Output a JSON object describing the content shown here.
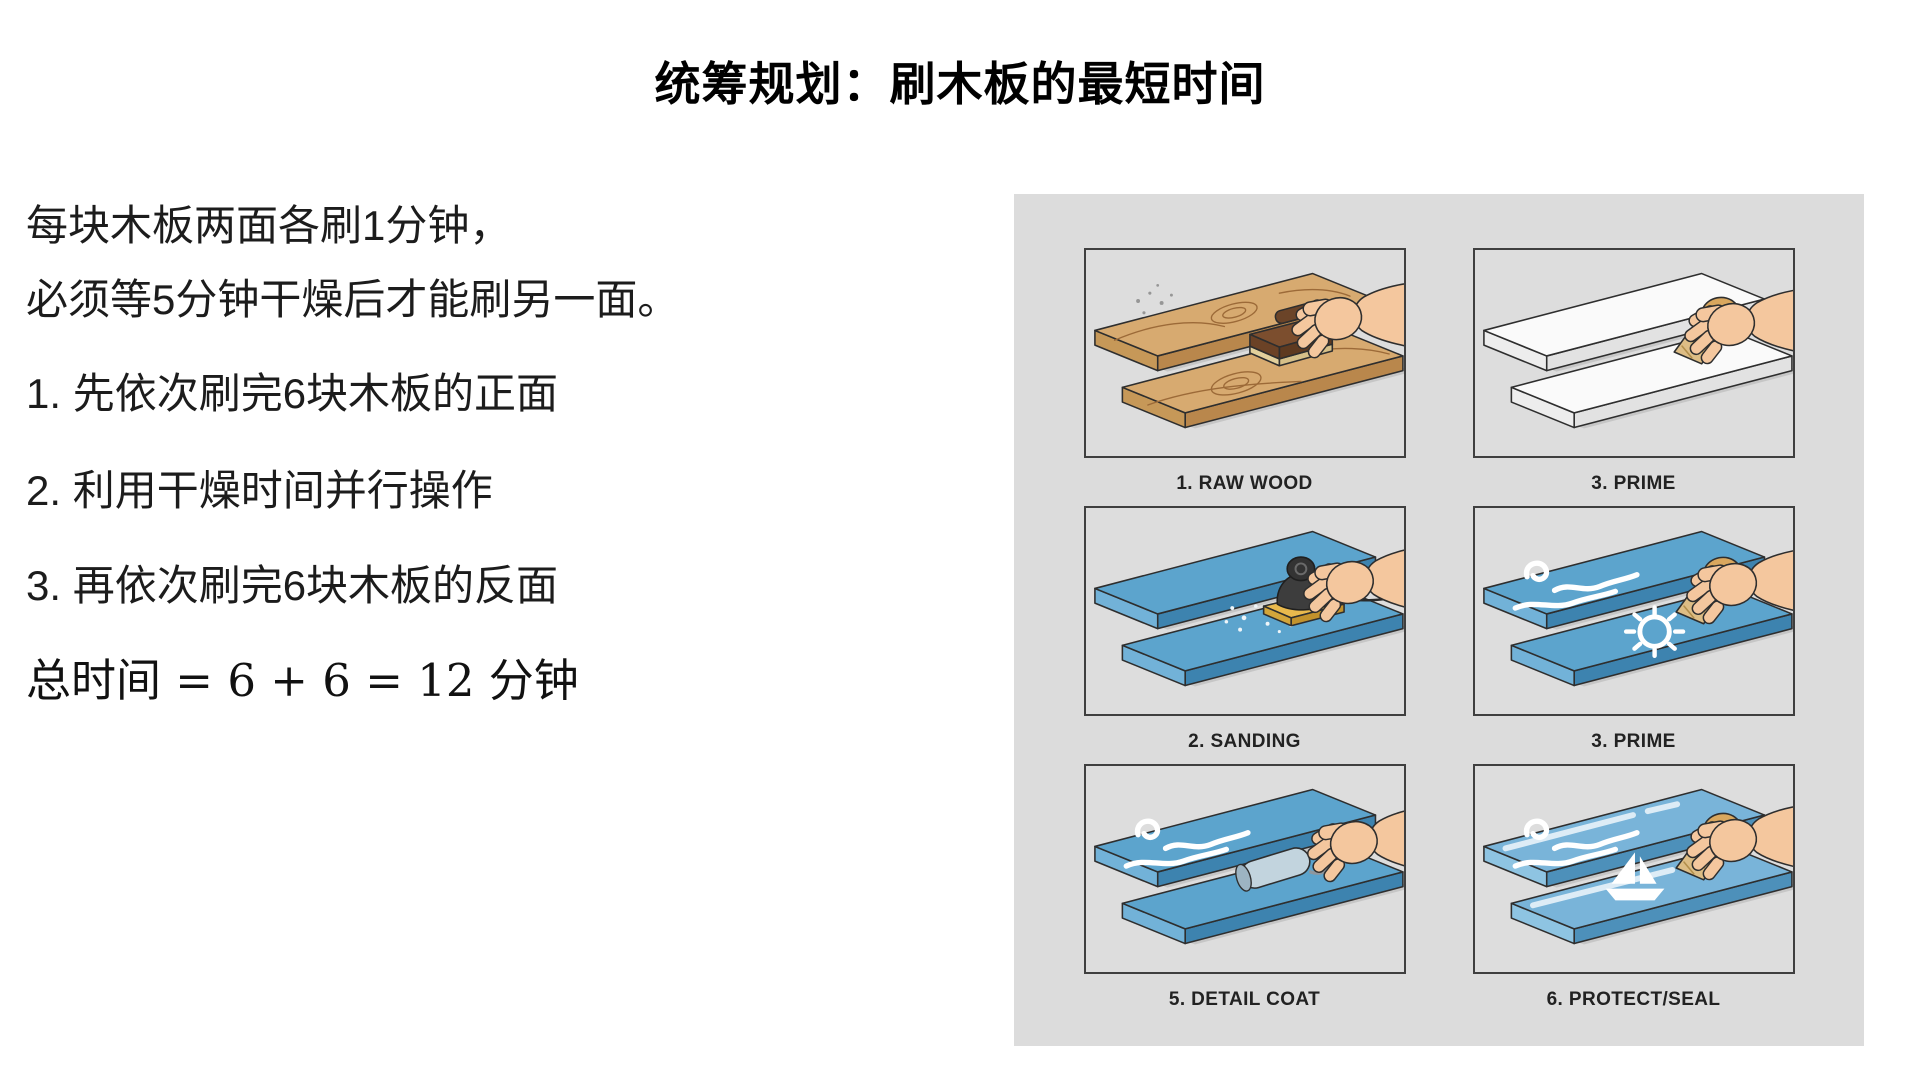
{
  "title": "统筹规划：刷木板的最短时间",
  "intro": {
    "line1": "每块木板两面各刷1分钟，",
    "line2": "必须等5分钟干燥后才能刷另一面。"
  },
  "steps": [
    "1. 先依次刷完6块木板的正面",
    "2. 利用干燥时间并行操作",
    "3. 再依次刷完6块木板的反面"
  ],
  "formula": "总时间 = 6 + 6 = 12 分钟",
  "figure": {
    "panels": [
      {
        "caption": "1. RAW WOOD",
        "art": "raw-wood"
      },
      {
        "caption": "3. PRIME",
        "art": "prime-white"
      },
      {
        "caption": "2. SANDING",
        "art": "sanding"
      },
      {
        "caption": "3. PRIME",
        "art": "prime-decor"
      },
      {
        "caption": "5. DETAIL COAT",
        "art": "detail-coat"
      },
      {
        "caption": "6. PROTECT/SEAL",
        "art": "protect-seal"
      }
    ],
    "colors": {
      "panel_bg": "#dcdcdc",
      "frame_border": "#3f3f3f",
      "outline": "#2e2e2e",
      "wood_top": "#d7aa70",
      "wood_front": "#b9874c",
      "wood_end": "#c69858",
      "wood_grain": "#9c6a38",
      "white_top": "#fafafa",
      "white_front": "#e2e2e2",
      "white_end": "#ededed",
      "blue_top": "#5ca4cd",
      "blue_front": "#3d83af",
      "blue_end": "#72b2d8",
      "gloss_top": "#79b4d9",
      "gloss_front": "#4d90ba",
      "gloss_end": "#8ec4e2",
      "skin": "#f4c79e",
      "paint_mark": "#ffffff",
      "sander_body": "#3d3d3d",
      "sander_base": "#e9b94d",
      "roller_handle": "#2c4a74",
      "roller_sleeve": "#c2d4de",
      "brush_handle": "#d9a75e",
      "brush_ferrule": "#c9d0d6",
      "brush_bristle": "#ddbd85",
      "block_brown": "#7c4e2e",
      "block_pad": "#ecdcae"
    }
  }
}
